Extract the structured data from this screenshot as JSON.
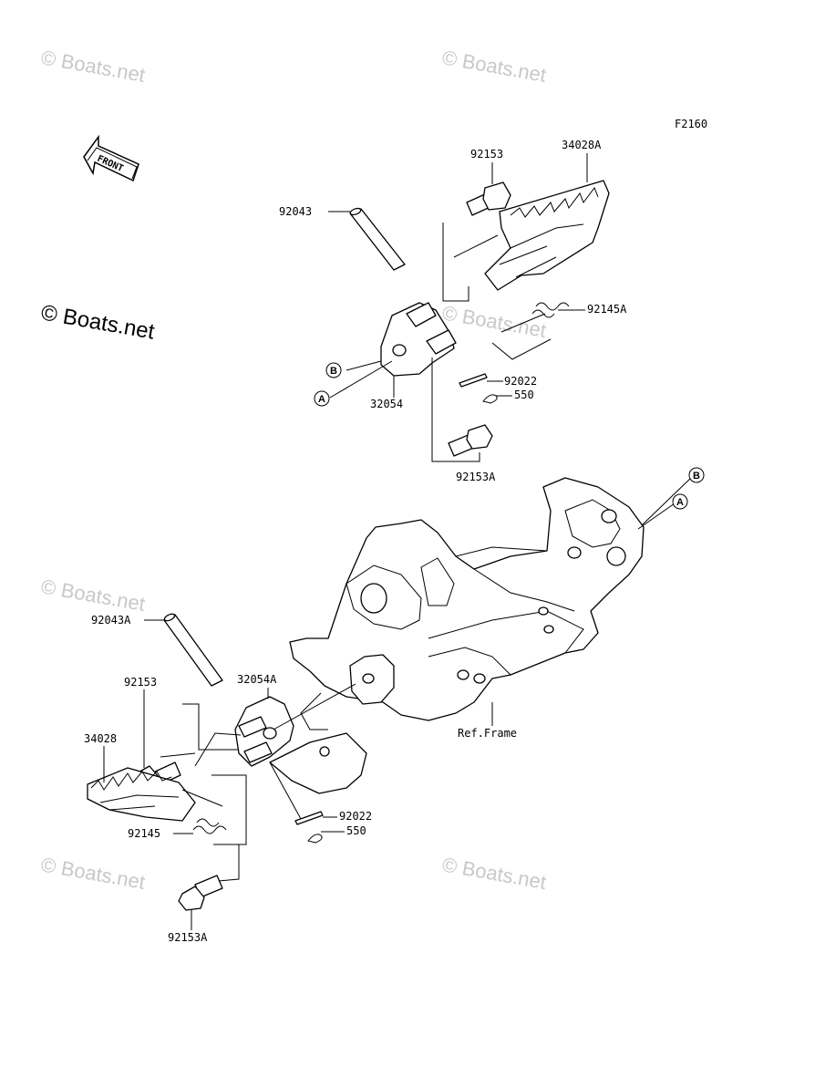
{
  "diagram_code": "F2160",
  "front_label": "FRONT",
  "frame_label": "Ref.Frame",
  "watermark": "© Boats.net",
  "watermark_main": "© Boats.net",
  "callouts": {
    "a": "A",
    "b": "B"
  },
  "upper_parts": {
    "p92153": "92153",
    "p34028A": "34028A",
    "p92043": "92043",
    "p92145A": "92145A",
    "p92022": "92022",
    "p550": "550",
    "p32054": "32054",
    "p92153A": "92153A"
  },
  "lower_parts": {
    "p92043A": "92043A",
    "p32054A": "32054A",
    "p92153": "92153",
    "p34028": "34028",
    "p92145": "92145",
    "p92022": "92022",
    "p550": "550",
    "p92153A": "92153A"
  }
}
